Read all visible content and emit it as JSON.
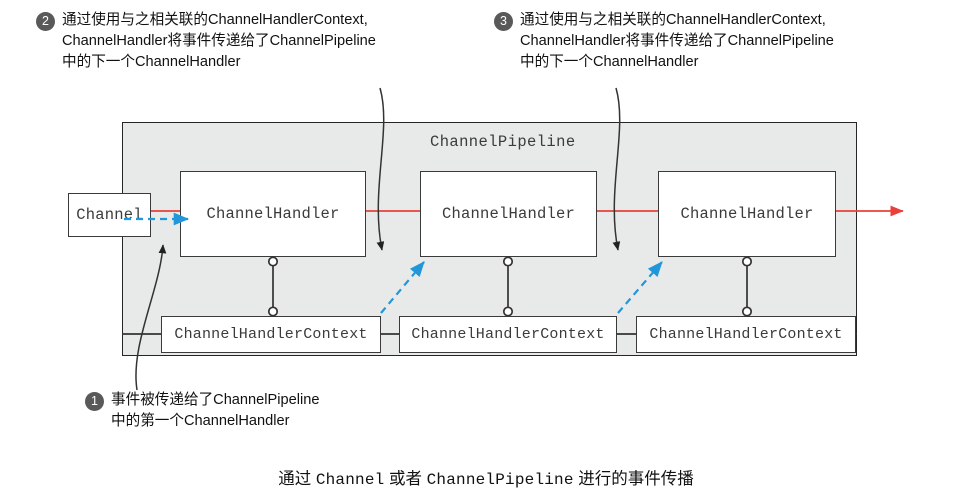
{
  "diagram": {
    "title_caption": {
      "prefix": "通过 ",
      "mono1": "Channel",
      "middle": " 或者 ",
      "mono2": "ChannelPipeline",
      "suffix": " 进行的事件传播"
    },
    "pipeline": {
      "label": "ChannelPipeline",
      "fill_color": "#e8eaea",
      "border_color": "#262626"
    },
    "channel": {
      "label": "Channel"
    },
    "handlers": [
      {
        "label": "ChannelHandler"
      },
      {
        "label": "ChannelHandler"
      },
      {
        "label": "ChannelHandler"
      }
    ],
    "contexts": [
      {
        "label": "ChannelHandlerContext"
      },
      {
        "label": "ChannelHandlerContext"
      },
      {
        "label": "ChannelHandlerContext"
      }
    ],
    "callouts": [
      {
        "number": "1",
        "text": "事件被传递给了ChannelPipeline\n中的第一个ChannelHandler"
      },
      {
        "number": "2",
        "text": "通过使用与之相关联的ChannelHandlerContext,\nChannelHandler将事件传递给了ChannelPipeline\n中的下一个ChannelHandler"
      },
      {
        "number": "3",
        "text": "通过使用与之相关联的ChannelHandlerContext,\nChannelHandler将事件传递给了ChannelPipeline\n中的下一个ChannelHandler"
      }
    ],
    "colors": {
      "event_flow_red": "#e8403a",
      "context_link_blue": "#2196d8",
      "leader_line_black": "#333333",
      "badge_gray": "#595959"
    }
  }
}
